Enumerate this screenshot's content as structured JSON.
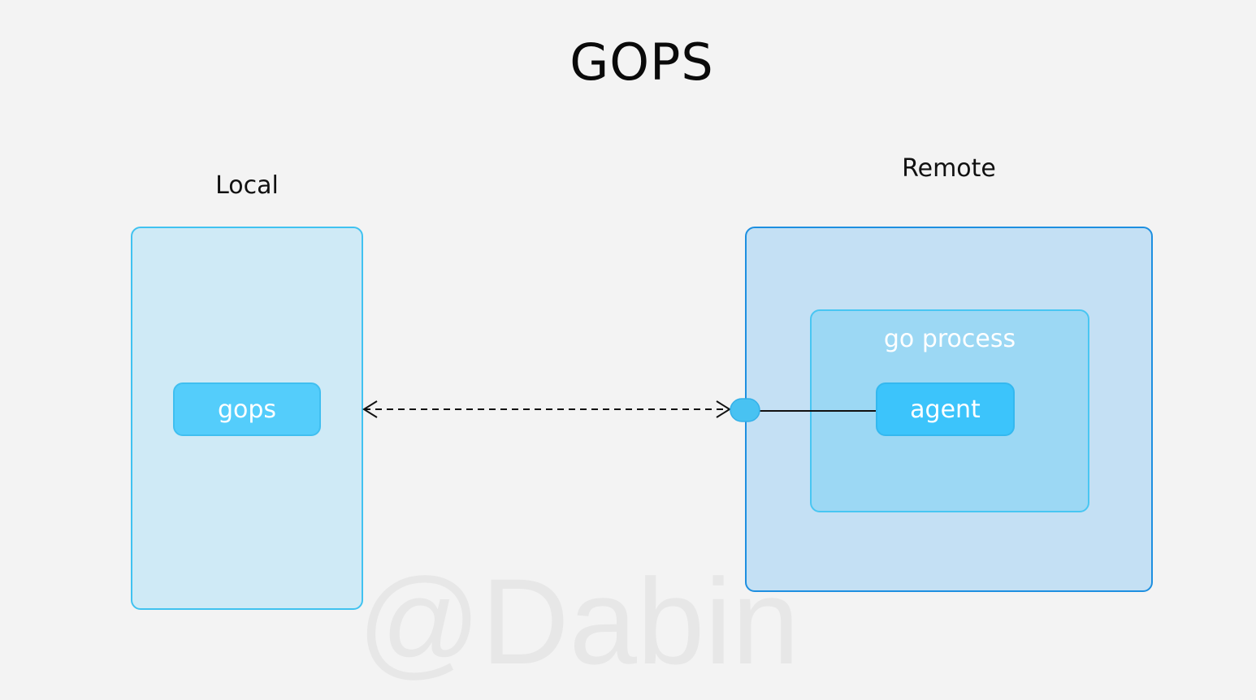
{
  "title": "GOPS",
  "local": {
    "label": "Local",
    "tool": "gops"
  },
  "remote": {
    "label": "Remote",
    "process_label": "go process",
    "agent": "agent"
  },
  "watermark": "@Dabin",
  "colors": {
    "background": "#f3f3f3",
    "local_fill": "#cfeaf6",
    "remote_fill": "#c4e0f4",
    "process_fill": "#9cd8f4",
    "pill_fill": "#54cdfb",
    "agent_fill": "#3cc4fb",
    "remote_border": "#1d8fe0"
  }
}
